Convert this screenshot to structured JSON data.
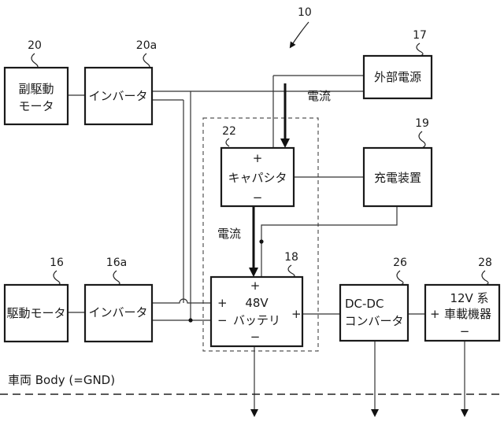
{
  "figure_number": "10",
  "components": {
    "sub_motor": {
      "ref": "20",
      "line1": "副駆動",
      "line2": "モータ"
    },
    "inverter_20a": {
      "ref": "20a",
      "label": "インバータ"
    },
    "external_power": {
      "ref": "17",
      "label": "外部電源"
    },
    "capacitor": {
      "ref": "22",
      "plus": "+",
      "label": "キャパシタ",
      "minus": "−"
    },
    "charger": {
      "ref": "19",
      "label": "充電装置"
    },
    "drive_motor": {
      "ref": "16",
      "label": "駆動モータ"
    },
    "inverter_16a": {
      "ref": "16a",
      "label": "インバータ"
    },
    "battery": {
      "ref": "18",
      "plus_top": "+",
      "line1": "48V",
      "line2": "バッテリ",
      "minus_bottom": "−",
      "plus_left": "+",
      "minus_left": "−",
      "plus_right": "+"
    },
    "dcdc": {
      "ref": "26",
      "line1": "DC-DC",
      "line2": "コンバータ"
    },
    "load_12v": {
      "ref": "28",
      "plus": "+",
      "line1": "12V 系",
      "line2": "車載機器",
      "minus": "−"
    }
  },
  "current_labels": [
    "電流",
    "電流"
  ],
  "ground_label": "車両 Body (=GND)"
}
